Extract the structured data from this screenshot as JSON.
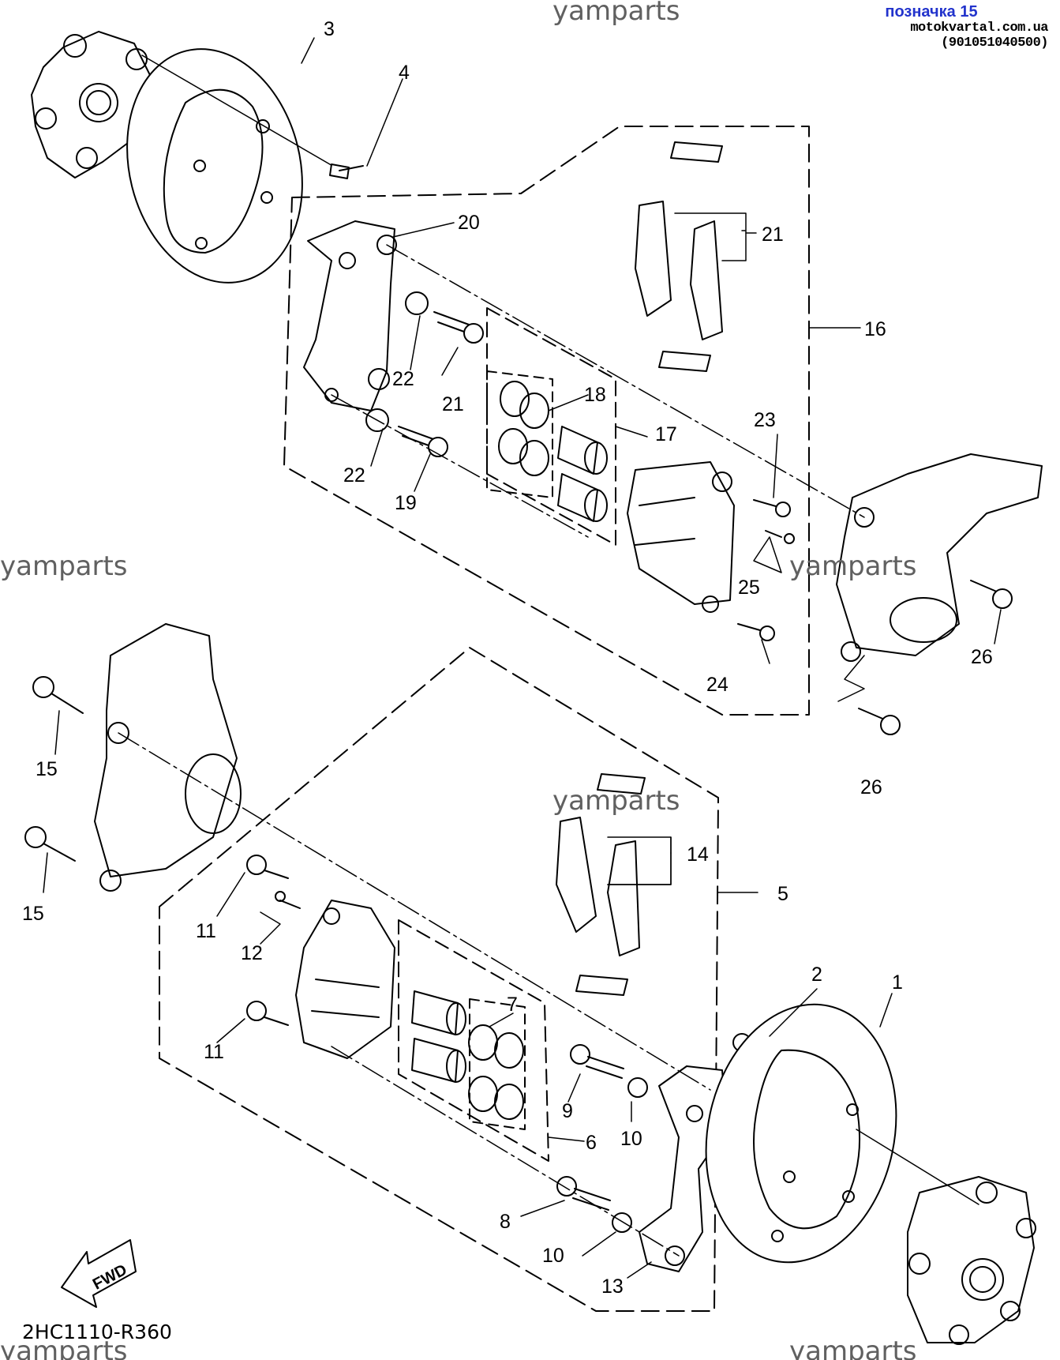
{
  "header": {
    "label": "позначка 15",
    "site": "motokvartal.com.ua (901051040500)"
  },
  "watermark": "yamparts",
  "diagram_code": "2HC1110-R360",
  "fwd_label": "FWD",
  "callouts": [
    "1",
    "2",
    "3",
    "4",
    "5",
    "6",
    "7",
    "8",
    "9",
    "10",
    "10",
    "11",
    "11",
    "12",
    "13",
    "14",
    "15",
    "15",
    "16",
    "17",
    "18",
    "19",
    "20",
    "21",
    "21",
    "22",
    "22",
    "23",
    "24",
    "25",
    "26",
    "26"
  ]
}
